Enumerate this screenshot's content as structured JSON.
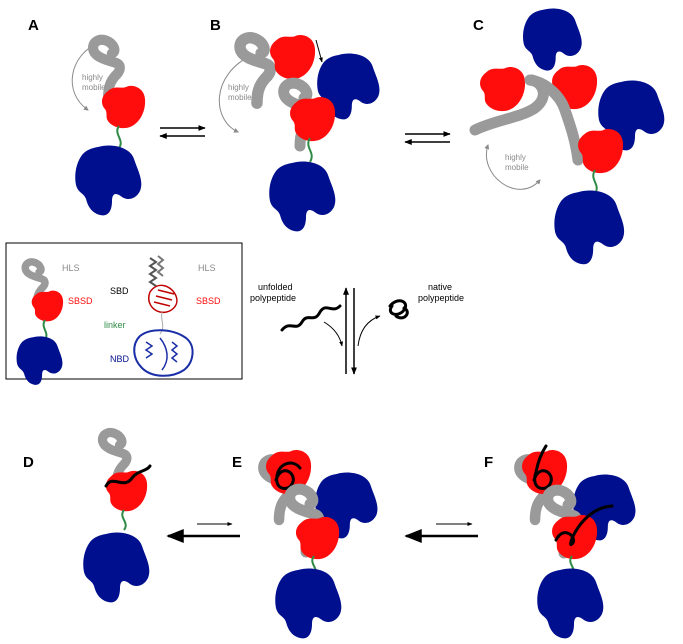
{
  "panels": {
    "a": "A",
    "b": "B",
    "c": "C",
    "d": "D",
    "e": "E",
    "f": "F"
  },
  "mobile_label": {
    "line1": "highly",
    "line2": "mobile"
  },
  "legend": {
    "hls_left": "HLS",
    "sbsd_left": "SBSD",
    "sbd": "SBD",
    "hls_right": "HLS",
    "sbsd_right": "SBSD",
    "linker": "linker",
    "nbd": "NBD"
  },
  "center": {
    "unfolded_line1": "unfolded",
    "unfolded_line2": "polypeptide",
    "native_line1": "native",
    "native_line2": "polypeptide"
  },
  "colors": {
    "nbd": "#000f8e",
    "sbsd": "#ff0d0d",
    "hls": "#9a9a9a",
    "linker": "#2e8b45",
    "polypeptide": "#000000",
    "mobile_arrow": "#8a8a8a"
  }
}
